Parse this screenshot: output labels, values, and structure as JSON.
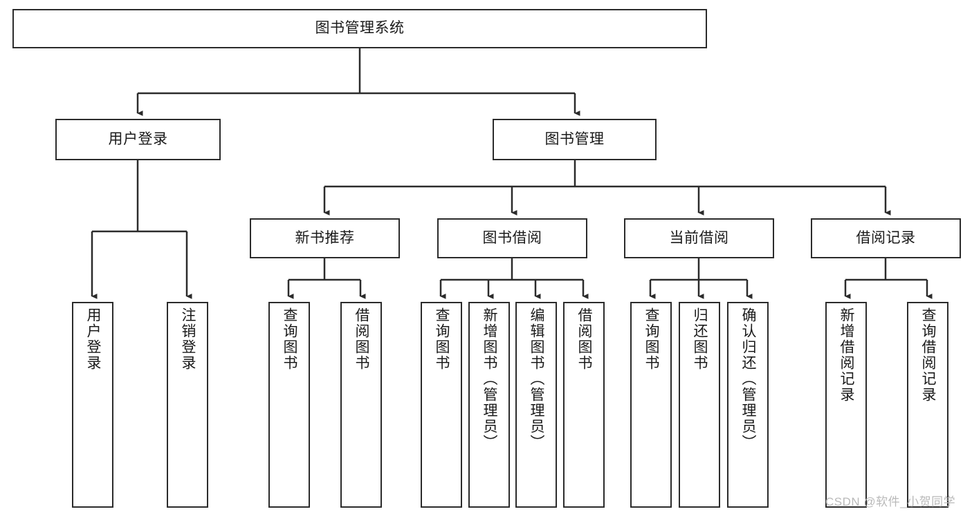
{
  "diagram": {
    "title": "图书管理系统",
    "watermark": "CSDN @软件_小贺同学",
    "stroke_color": "#2b2b2b",
    "fill_color": "#ffffff",
    "text_color": "#1a1a1a",
    "watermark_color": "#b9b9b9"
  },
  "nodes": {
    "root": {
      "label": "图书管理系统"
    },
    "level1": [
      {
        "label": "用户登录"
      },
      {
        "label": "图书管理"
      }
    ],
    "level2": [
      {
        "label": "新书推荐"
      },
      {
        "label": "图书借阅"
      },
      {
        "label": "当前借阅"
      },
      {
        "label": "借阅记录"
      }
    ],
    "leaves": [
      {
        "label": "用户登录"
      },
      {
        "label": "注销登录"
      },
      {
        "label": "查询图书"
      },
      {
        "label": "借阅图书"
      },
      {
        "label": "查询图书"
      },
      {
        "label": "新增图书（管理员）"
      },
      {
        "label": "编辑图书（管理员）"
      },
      {
        "label": "借阅图书"
      },
      {
        "label": "查询图书"
      },
      {
        "label": "归还图书"
      },
      {
        "label": "确认归还（管理员）"
      },
      {
        "label": "新增借阅记录"
      },
      {
        "label": "查询借阅记录"
      }
    ]
  }
}
